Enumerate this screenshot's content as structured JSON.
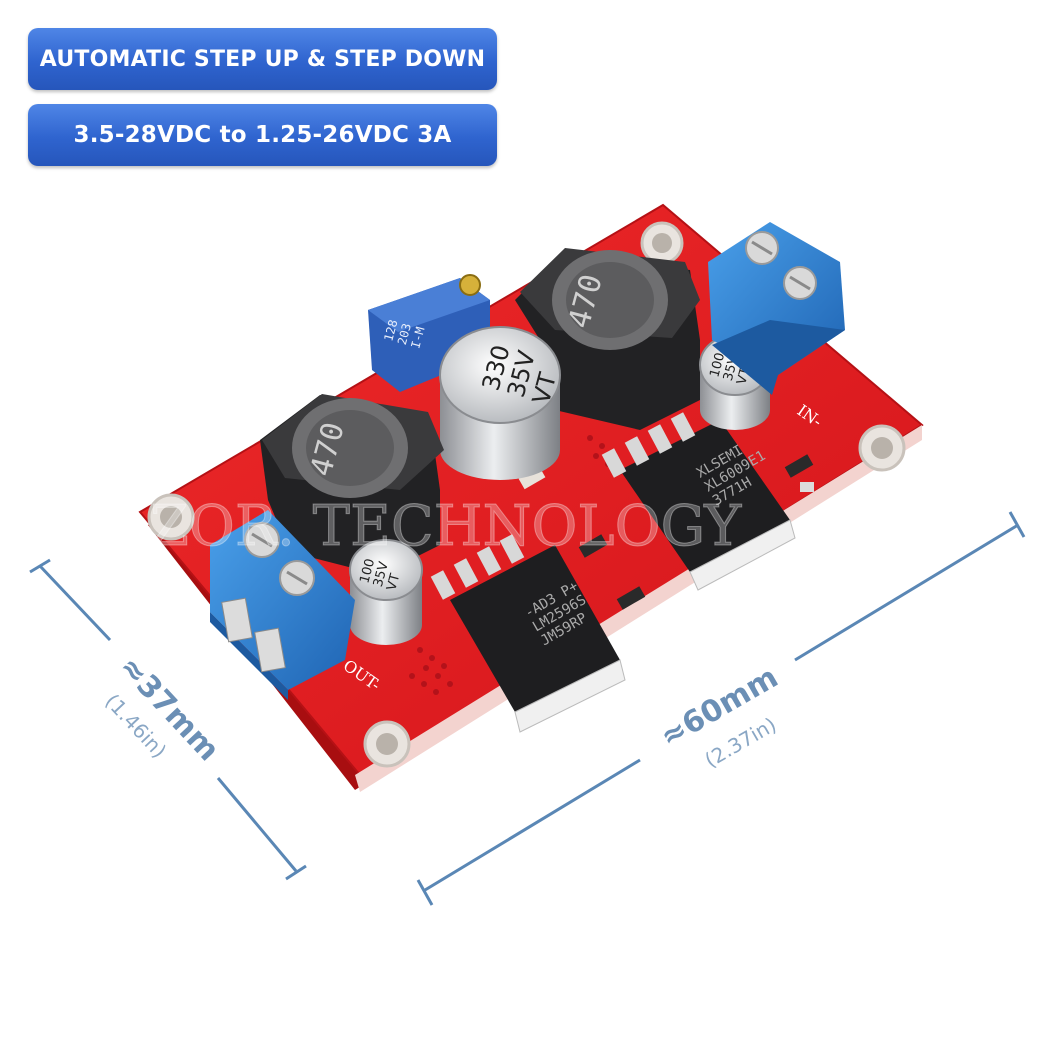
{
  "banners": [
    {
      "text": "AUTOMATIC STEP UP & STEP DOWN"
    },
    {
      "text": "3.5-28VDC to 1.25-26VDC 3A"
    }
  ],
  "dimensions": {
    "width": {
      "label": "≈60mm",
      "sub": "(2.37in)"
    },
    "height": {
      "label": "≈37mm",
      "sub": "(1.46in)"
    }
  },
  "board": {
    "inductor_left_marking": "470",
    "inductor_right_marking": "470",
    "cap_big_lines": [
      "330",
      "35V",
      "VT"
    ],
    "cap_small_lines": [
      "100",
      "35V",
      "VT"
    ],
    "trimmer_lines": [
      "128",
      "203",
      "I-M"
    ],
    "ic_left_lines": [
      "JM59RP",
      "LM2596S",
      "-AD3 P+"
    ],
    "ic_right_lines": [
      "XLSEMI",
      "XL6009E1",
      "3771H"
    ],
    "label_out": "OUT-",
    "label_in": "IN-",
    "watermark": "ZOR. TECHNOLOGY"
  },
  "colors": {
    "pcb": "#e3171b",
    "pcb_edge": "#a80e10",
    "terminal": "#2f7fd0",
    "dimension_line": "#5a87b5",
    "banner": "#2f64cf"
  }
}
